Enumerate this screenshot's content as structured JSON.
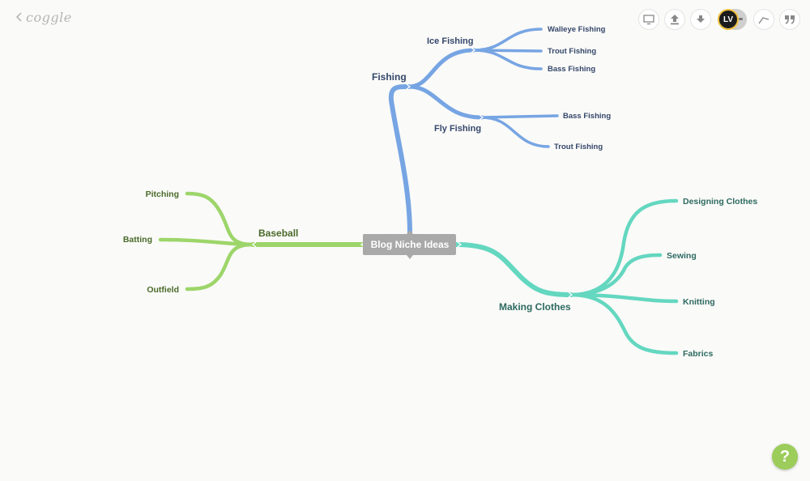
{
  "app": {
    "brand": "coggle"
  },
  "toolbar": {
    "buttons": [
      {
        "name": "present-button",
        "icon": "monitor-icon"
      },
      {
        "name": "share-button",
        "icon": "upload-icon"
      },
      {
        "name": "download-button",
        "icon": "download-icon"
      }
    ],
    "avatar_initials": "LV",
    "extra_buttons": [
      {
        "name": "history-button",
        "icon": "chart-line-icon"
      },
      {
        "name": "comments-button",
        "icon": "quote-icon"
      }
    ]
  },
  "mindmap": {
    "root": "Blog Niche Ideas",
    "branches": [
      {
        "label": "Fishing",
        "color": "#77a5e3",
        "text_color": "#35476b",
        "children": [
          {
            "label": "Ice Fishing",
            "children": [
              "Walleye Fishing",
              "Trout Fishing",
              "Bass Fishing"
            ]
          },
          {
            "label": "Fly Fishing",
            "children": [
              "Bass Fishing",
              "Trout Fishing"
            ]
          }
        ]
      },
      {
        "label": "Baseball",
        "color": "#9dd56a",
        "text_color": "#4a6a2a",
        "children": [
          "Pitching",
          "Batting",
          "Outfield"
        ]
      },
      {
        "label": "Making Clothes",
        "color": "#64d7c0",
        "text_color": "#2d6a60",
        "children": [
          "Designing Clothes",
          "Sewing",
          "Knitting",
          "Fabrics"
        ]
      }
    ]
  },
  "colors": {
    "background": "#fafaf8",
    "root_fill": "#a9a9a9",
    "help": "#9ccc5a"
  },
  "help": {
    "label": "?"
  }
}
